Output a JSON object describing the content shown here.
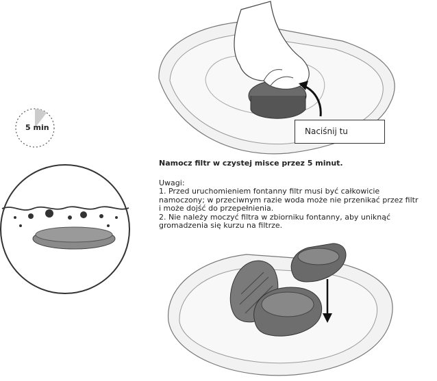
{
  "callout": {
    "label": "Naciśnij tu"
  },
  "timer": {
    "label": "5 min"
  },
  "instruction": {
    "heading": "Namocz filtr w czystej misce przez 5 minut."
  },
  "notes": {
    "title": "Uwagi:",
    "lines": [
      "1. Przed uruchomieniem fontanny filtr musi być całkowicie",
      "namoczony; w przeciwnym razie woda może nie przenikać przez filtr",
      "i może dojść do przepełnienia.",
      "2. Nie należy moczyć filtra w zbiorniku fontanny, aby uniknąć",
      "gromadzenia się kurzu na filtrze."
    ]
  }
}
